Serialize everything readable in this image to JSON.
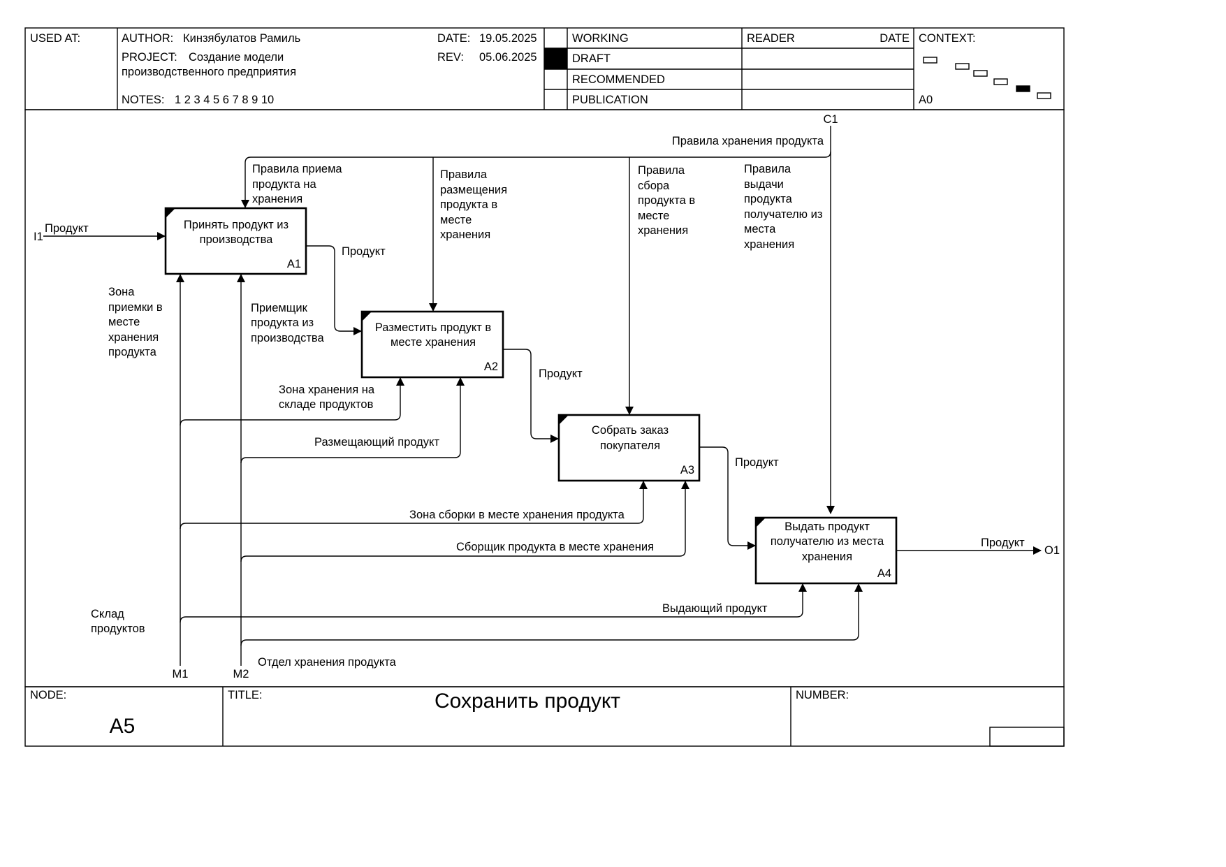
{
  "header": {
    "used_at_label": "USED AT:",
    "author_label": "AUTHOR:",
    "author": "Кинзябулатов Рамиль",
    "project_label": "PROJECT:",
    "project_line1": "Создание модели",
    "project_line2": "производственного предприятия",
    "notes_label": "NOTES:",
    "notes": "1  2  3  4  5  6  7  8  9  10",
    "date_label": "DATE:",
    "date": "19.05.2025",
    "rev_label": "REV:",
    "rev": "05.06.2025",
    "status": [
      "WORKING",
      "DRAFT",
      "RECOMMENDED",
      "PUBLICATION"
    ],
    "reader_label": "READER",
    "reader_date_label": "DATE",
    "context_label": "CONTEXT:",
    "context_node": "A0"
  },
  "boxes": [
    {
      "lines": [
        "Принять продукт  из",
        "производства"
      ],
      "id": "A1"
    },
    {
      "lines": [
        "Разместить продукт в",
        "месте хранения"
      ],
      "id": "A2"
    },
    {
      "lines": [
        "Собрать заказ",
        "покупателя"
      ],
      "id": "A3"
    },
    {
      "lines": [
        "Выдать продукт",
        "получателю из места",
        "хранения"
      ],
      "id": "A4"
    }
  ],
  "tunnels": {
    "i1": "I1",
    "c1": "C1",
    "o1": "O1",
    "m1": "M1",
    "m2": "M2"
  },
  "labels": {
    "input_product": "Продукт",
    "rule_storage": "Правила хранения продукта",
    "rule_receive": [
      "Правила приема",
      "продукта на",
      "хранения"
    ],
    "rule_place": [
      "Правила",
      "размещения",
      "продукта в",
      "месте",
      "хранения"
    ],
    "rule_collect": [
      "Правила",
      "сбора",
      "продукта в",
      "месте",
      "хранения"
    ],
    "rule_issue": [
      "Правила",
      "выдачи",
      "продукта",
      "получателю из",
      "места",
      "хранения"
    ],
    "flow_a1_a2": "Продукт",
    "flow_a2_a3": "Продукт",
    "flow_a3_a4": "Продукт",
    "output_product": "Продукт",
    "zone_receive": [
      "Зона",
      "приемки в",
      "месте",
      "хранения",
      "продукта"
    ],
    "receiver": [
      "Приемщик",
      "продукта из",
      "производства"
    ],
    "zone_storage": [
      "Зона хранения на",
      "складе продуктов"
    ],
    "placer": "Размещающий продукт",
    "zone_assembly": "Зона сборки в месте хранения продукта",
    "assembler": "Сборщик продукта в месте хранения",
    "issuer": "Выдающий продукт",
    "warehouse": [
      "Склад",
      "продуктов"
    ],
    "storage_dept": "Отдел хранения продукта"
  },
  "footer": {
    "node_label": "NODE:",
    "node": "A5",
    "title_label": "TITLE:",
    "title": "Сохранить продукт",
    "number_label": "NUMBER:"
  }
}
